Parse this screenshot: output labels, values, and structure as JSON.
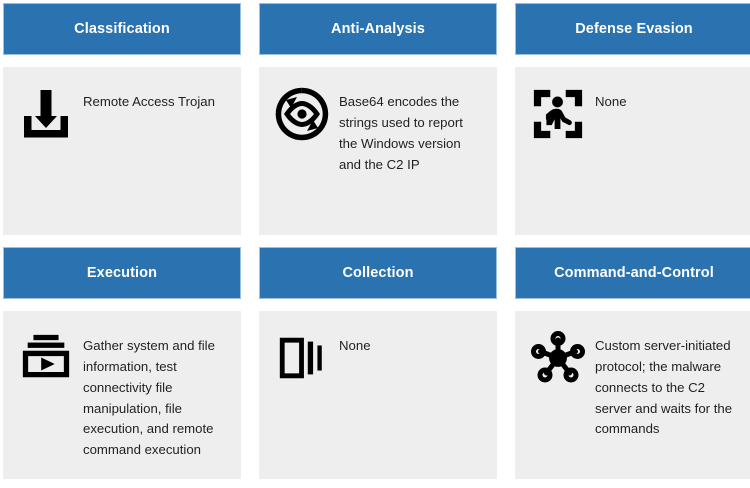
{
  "board": {
    "accent_color": "#2a72b0",
    "header_text_color": "#ffffff",
    "body_background_color": "#eeeeee",
    "body_text_color": "#231f20",
    "page_background_color": "#ffffff"
  },
  "cards": [
    {
      "title": "Classification",
      "icon": "download-icon",
      "text": "Remote Access Trojan"
    },
    {
      "title": "Anti-Analysis",
      "icon": "eye-scan-icon",
      "text": "Base64 encodes the strings used to report the Windows version and the C2 IP"
    },
    {
      "title": "Defense Evasion",
      "icon": "person-detection-icon",
      "text": "None"
    },
    {
      "title": "Execution",
      "icon": "presentation-play-icon",
      "text": "Gather system and file information, test connectivity file manipulation, file execution, and remote command execution"
    },
    {
      "title": "Collection",
      "icon": "carousel-cards-icon",
      "text": "None"
    },
    {
      "title": "Command-and-Control",
      "icon": "network-hub-icon",
      "text": "Custom server-initiated protocol; the malware connects to the C2 server and waits for the commands"
    }
  ]
}
